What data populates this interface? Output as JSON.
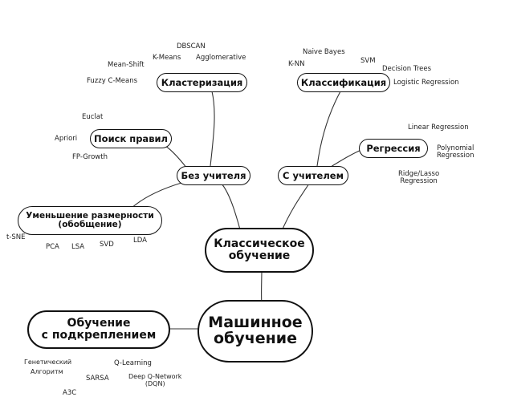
{
  "nodes": {
    "root": "Машинное\nобучение",
    "classic": "Классическое\nобучение",
    "rl": "Обучение\nс подкреплением",
    "unsupervised": "Без учителя",
    "supervised": "С учителем",
    "clustering": "Кластеризация",
    "classification": "Классификация",
    "association": "Поиск правил",
    "regression": "Регрессия",
    "dimred": "Уменьшение размерности\n(обобщение)"
  },
  "leaves": {
    "clustering": [
      "DBSCAN",
      "K-Means",
      "Agglomerative",
      "Mean-Shift",
      "Fuzzy C-Means"
    ],
    "classification": [
      "Naive Bayes",
      "SVM",
      "K-NN",
      "Decision Trees",
      "Logistic Regression"
    ],
    "association": [
      "Euclat",
      "Apriori",
      "FP-Growth"
    ],
    "regression": [
      "Linear Regression",
      "Polynomial\nRegression",
      "Ridge/Lasso\nRegression"
    ],
    "dimred": [
      "t-SNE",
      "PCA",
      "LSA",
      "SVD",
      "LDA"
    ],
    "rl": [
      "Генетический",
      "Алгоритм",
      "Q-Learning",
      "SARSA",
      "Deep Q-Network\n(DQN)",
      "A3C"
    ]
  }
}
